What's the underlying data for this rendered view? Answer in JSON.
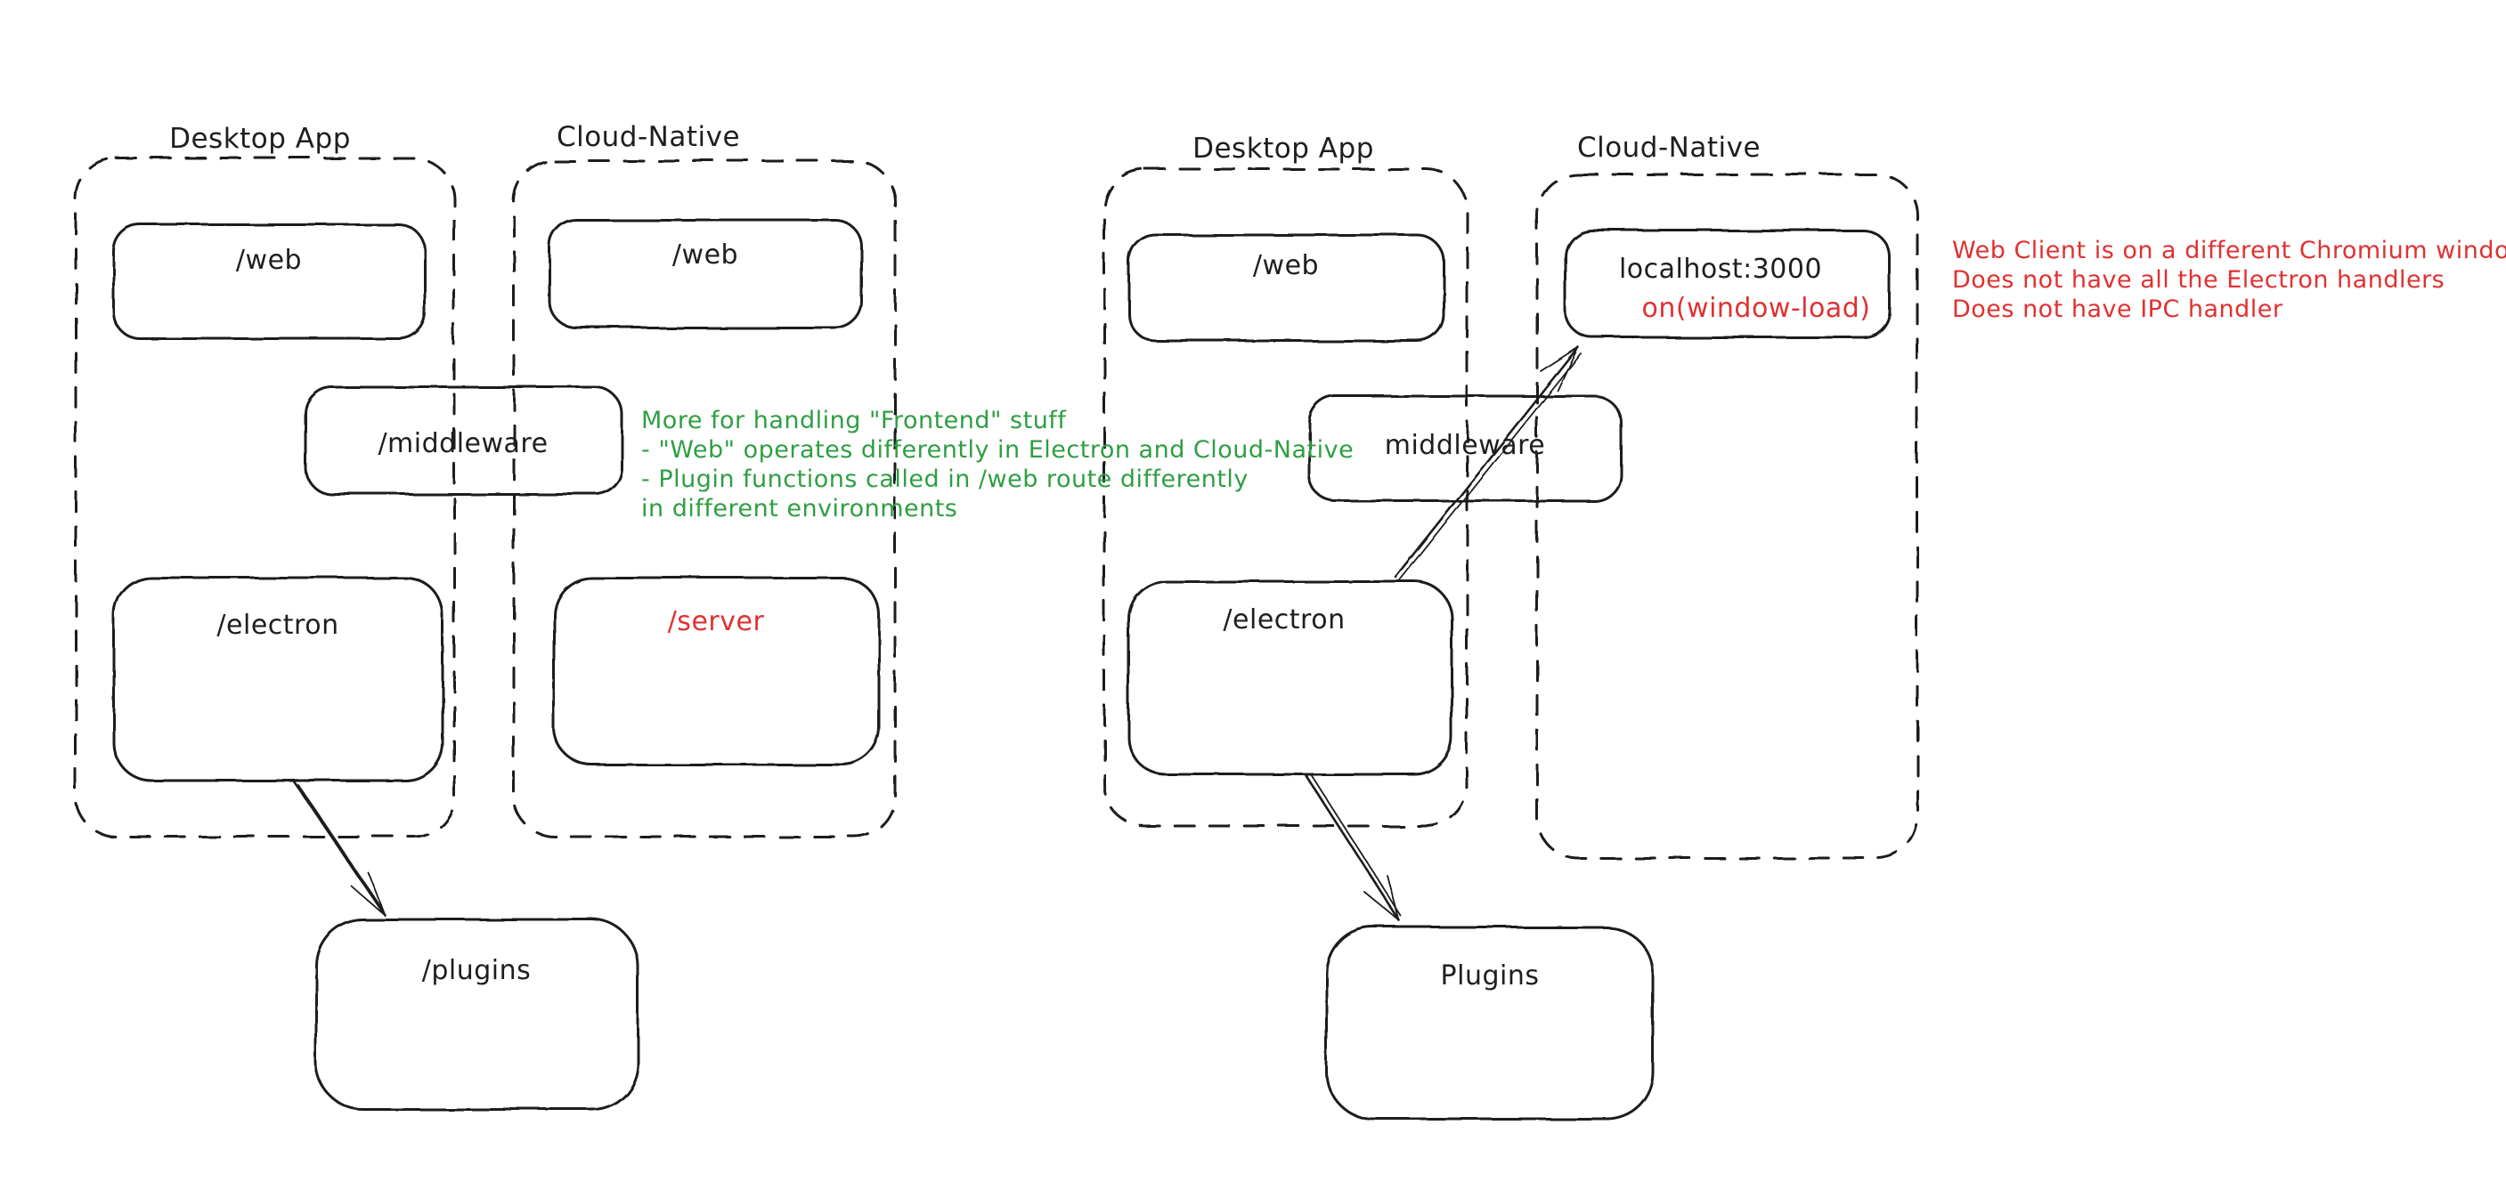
{
  "palette": {
    "ink": "#1e1e1e",
    "green": "#2f9e44",
    "red": "#e03131",
    "background": "#ffffff"
  },
  "left_diagram": {
    "desktop_container_title": "Desktop App",
    "cloud_container_title": "Cloud-Native",
    "boxes": {
      "web_desktop": "/web",
      "web_cloud": "/web",
      "middleware": "/middleware",
      "electron": "/electron",
      "server": "/server",
      "plugins": "/plugins"
    }
  },
  "right_diagram": {
    "desktop_container_title": "Desktop App",
    "cloud_container_title": "Cloud-Native",
    "boxes": {
      "web": "/web",
      "localhost": "localhost:3000",
      "localhost_event": "on(window-load)",
      "middleware": "middleware",
      "electron": "/electron",
      "plugins": "Plugins"
    }
  },
  "notes": {
    "frontend_note": {
      "color": "#2f9e44",
      "lines": [
        "More for handling \"Frontend\" stuff",
        "- \"Web\" operates differently in Electron and Cloud-Native",
        "- Plugin functions called in /web route differently",
        "in different environments"
      ]
    },
    "web_client_note": {
      "color": "#e03131",
      "lines": [
        "Web Client is on a different Chromium window",
        "Does not have all the Electron handlers",
        "Does not have IPC handler"
      ]
    }
  }
}
